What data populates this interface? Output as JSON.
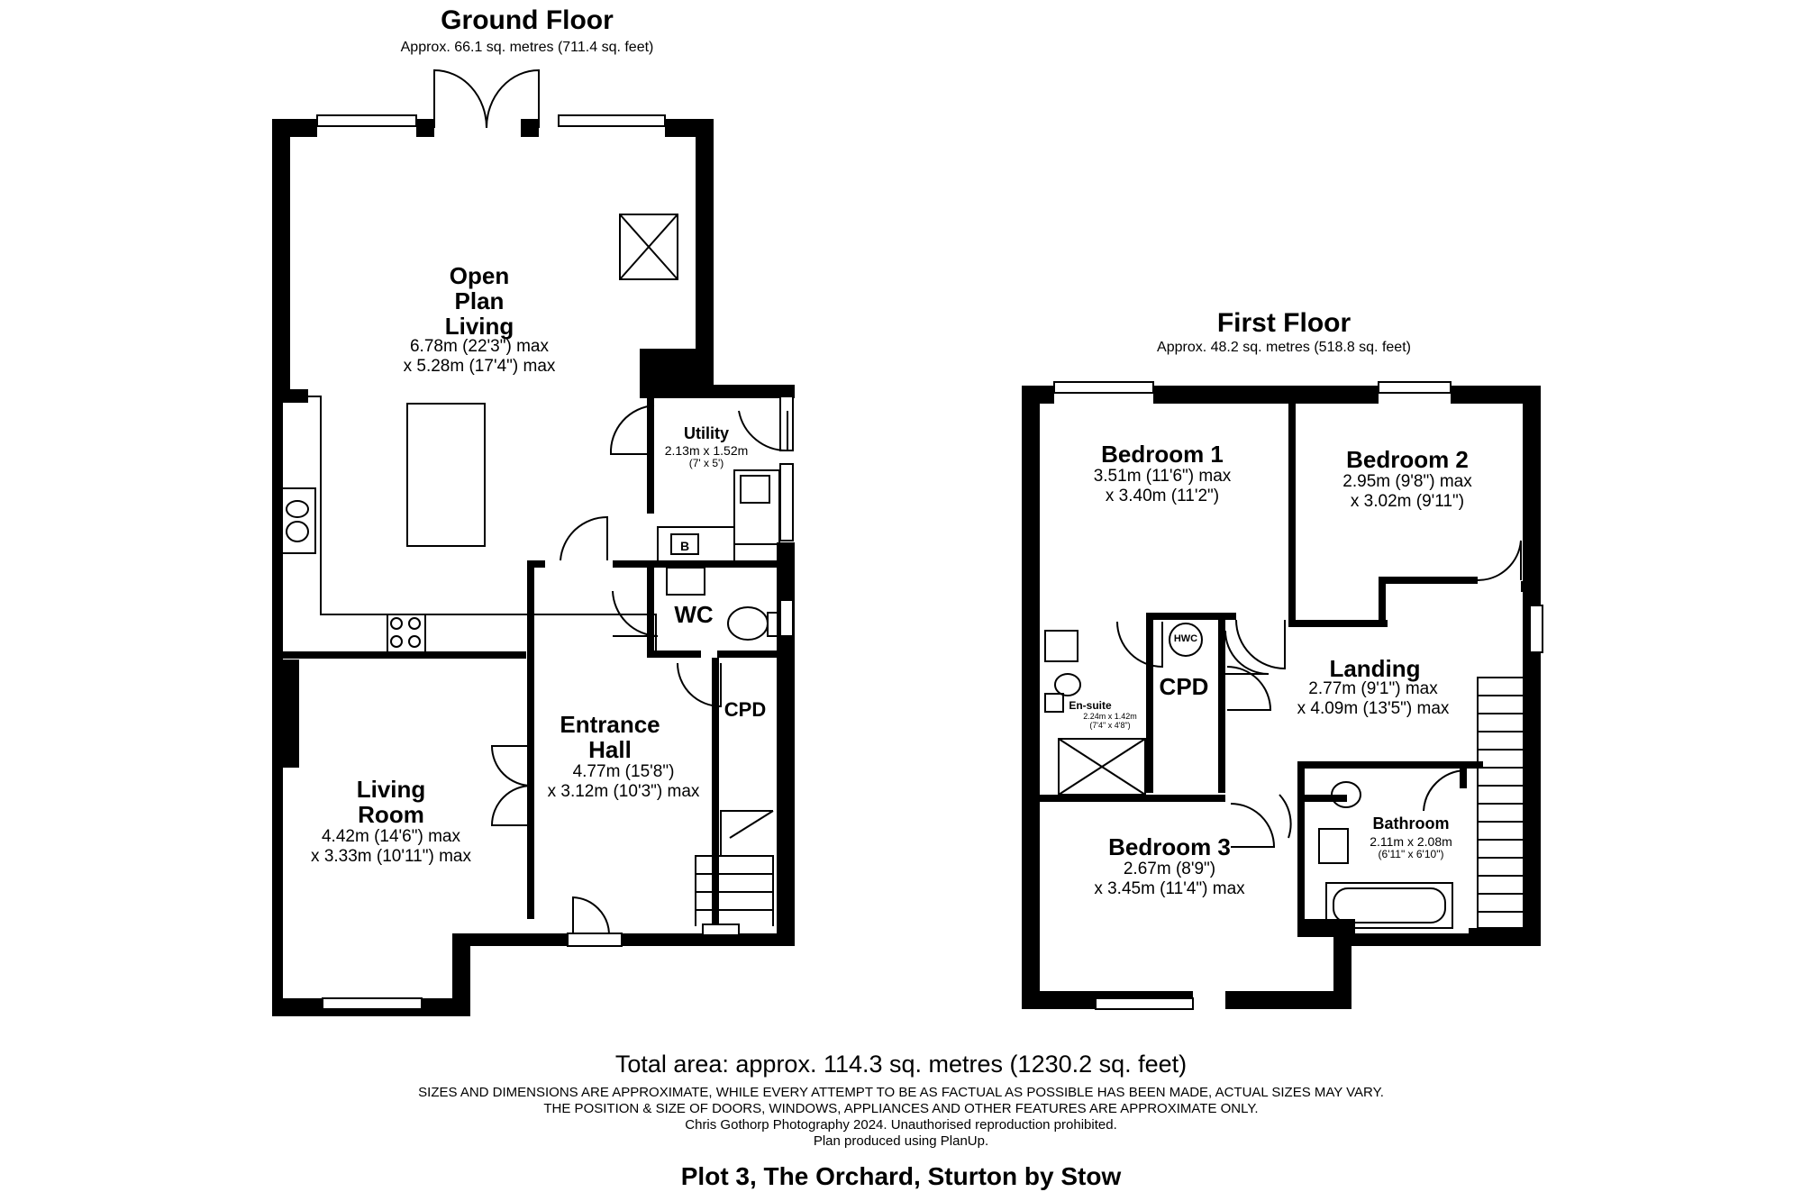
{
  "ground_floor": {
    "title": "Ground Floor",
    "area": "Approx. 66.1 sq. metres (711.4 sq. feet)",
    "rooms": {
      "open_plan": {
        "name_lines": [
          "Open",
          "Plan",
          "Living"
        ],
        "dims": [
          "6.78m (22'3\") max",
          "x 5.28m (17'4\") max"
        ]
      },
      "utility": {
        "name": "Utility",
        "dims": [
          "2.13m x 1.52m",
          "(7' x 5')"
        ]
      },
      "wc": {
        "name": "WC"
      },
      "boiler": {
        "name": "B"
      },
      "cpd": {
        "name": "CPD"
      },
      "entrance_hall": {
        "name_lines": [
          "Entrance",
          "Hall"
        ],
        "dims": [
          "4.77m (15'8\")",
          "x 3.12m (10'3\") max"
        ]
      },
      "living_room": {
        "name_lines": [
          "Living",
          "Room"
        ],
        "dims": [
          "4.42m (14'6\") max",
          "x 3.33m (10'11\") max"
        ]
      }
    }
  },
  "first_floor": {
    "title": "First Floor",
    "area": "Approx. 48.2 sq. metres (518.8 sq. feet)",
    "rooms": {
      "bedroom1": {
        "name": "Bedroom 1",
        "dims": [
          "3.51m (11'6\") max",
          "x 3.40m (11'2\")"
        ]
      },
      "bedroom2": {
        "name": "Bedroom 2",
        "dims": [
          "2.95m (9'8\") max",
          "x 3.02m (9'11\")"
        ]
      },
      "landing": {
        "name": "Landing",
        "dims": [
          "2.77m (9'1\") max",
          "x 4.09m (13'5\") max"
        ]
      },
      "cpd": {
        "name": "CPD"
      },
      "hwc": {
        "name": "HWC"
      },
      "ensuite": {
        "name": "En-suite",
        "dims": [
          "2.24m x 1.42m",
          "(7'4\" x 4'8\")"
        ]
      },
      "bedroom3": {
        "name": "Bedroom 3",
        "dims": [
          "2.67m (8'9\")",
          "x 3.45m (11'4\") max"
        ]
      },
      "bathroom": {
        "name": "Bathroom",
        "dims": [
          "2.11m x 2.08m",
          "(6'11\" x 6'10\")"
        ]
      }
    }
  },
  "footer": {
    "total": "Total area: approx. 114.3 sq. metres (1230.2 sq. feet)",
    "disclaimer": [
      "SIZES AND DIMENSIONS ARE APPROXIMATE, WHILE EVERY ATTEMPT TO BE AS FACTUAL AS POSSIBLE HAS BEEN MADE, ACTUAL SIZES MAY VARY.",
      "THE POSITION & SIZE OF DOORS, WINDOWS, APPLIANCES AND OTHER FEATURES ARE APPROXIMATE ONLY.",
      "Chris Gothorp Photography 2024. Unauthorised reproduction prohibited.",
      "Plan produced using PlanUp."
    ],
    "address": "Plot 3, The Orchard, Sturton by Stow"
  }
}
